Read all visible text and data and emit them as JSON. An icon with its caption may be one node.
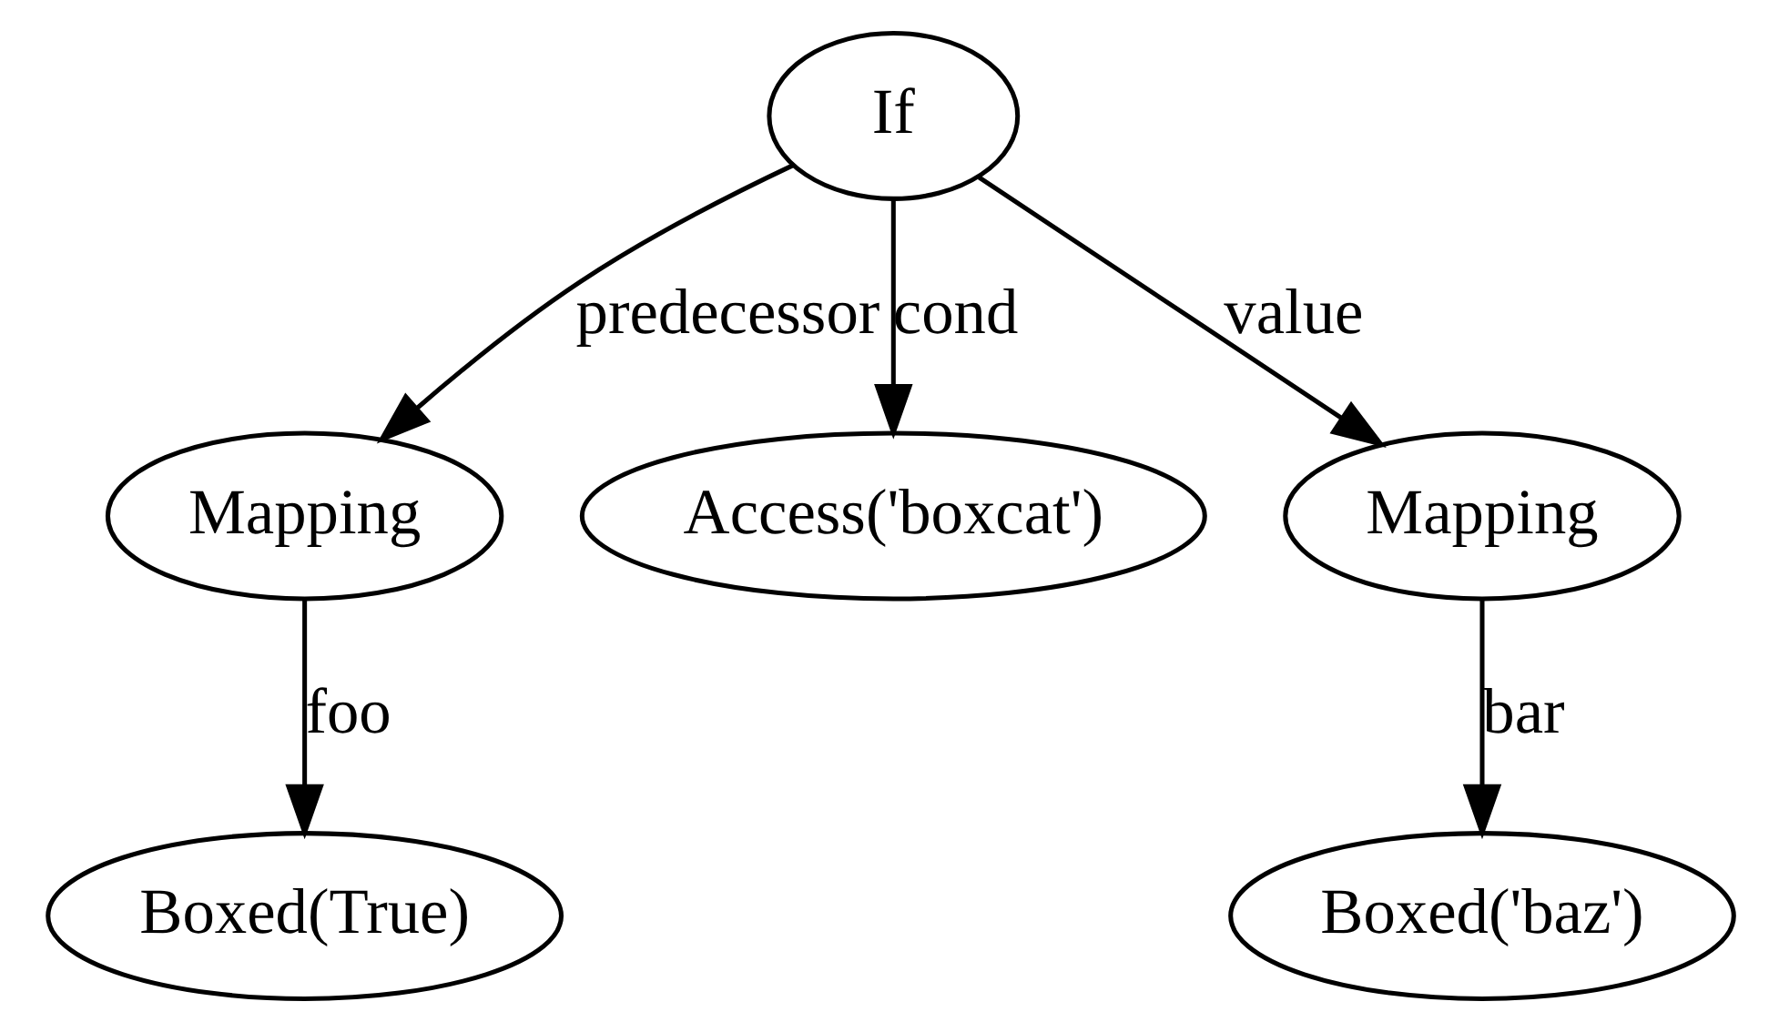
{
  "diagram": {
    "nodes": [
      {
        "text": [
          "If"
        ]
      },
      {
        "text": [
          "Mapping"
        ]
      },
      {
        "text": [
          "Access('boxcat')"
        ]
      },
      {
        "text": [
          "Mapping"
        ]
      },
      {
        "text": [
          "Boxed(True)"
        ]
      },
      {
        "text": [
          "Boxed('baz')"
        ]
      }
    ],
    "edges": [
      {
        "from": 0,
        "to": 1,
        "arrow": "to",
        "label": "predecessor"
      },
      {
        "from": 0,
        "to": 2,
        "arrow": "to",
        "label": "cond"
      },
      {
        "from": 0,
        "to": 3,
        "arrow": "to",
        "label": "value"
      },
      {
        "from": 1,
        "to": 4,
        "arrow": "to",
        "label": "foo"
      },
      {
        "from": 3,
        "to": 5,
        "arrow": "to",
        "label": "bar"
      }
    ]
  }
}
